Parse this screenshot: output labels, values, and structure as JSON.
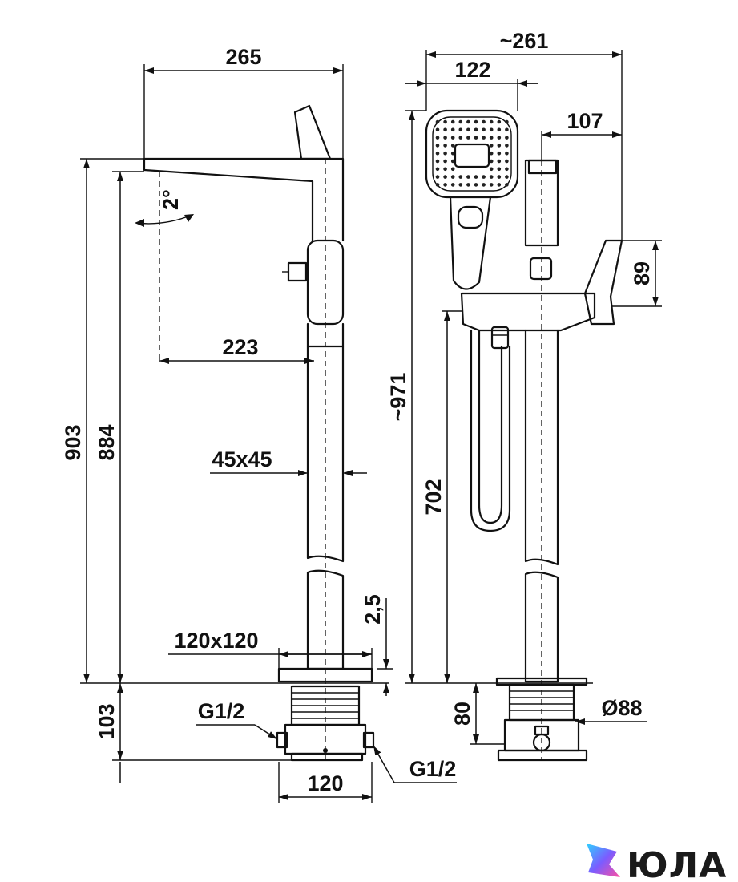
{
  "views": {
    "front": {
      "total_width": "265",
      "angle": "2°",
      "spout_reach": "223",
      "column_section": "45x45",
      "height_total": "903",
      "height_to_floor": "884",
      "gap": "2,5",
      "flange_size": "120x120",
      "below_floor": "103",
      "inlet_left": "G1/2",
      "inlet_right": "G1/2",
      "box_width": "120"
    },
    "side": {
      "total_depth": "~261",
      "head_width": "122",
      "lever_offset": "107",
      "lever_height": "89",
      "overall_height": "~971",
      "holder_height": "702",
      "box_depth": "80",
      "flange_diameter": "Ø88"
    }
  },
  "brand": {
    "name": "ЮЛА",
    "colors": [
      "#ff4fa0",
      "#7b5cff",
      "#2fd1ff"
    ]
  }
}
